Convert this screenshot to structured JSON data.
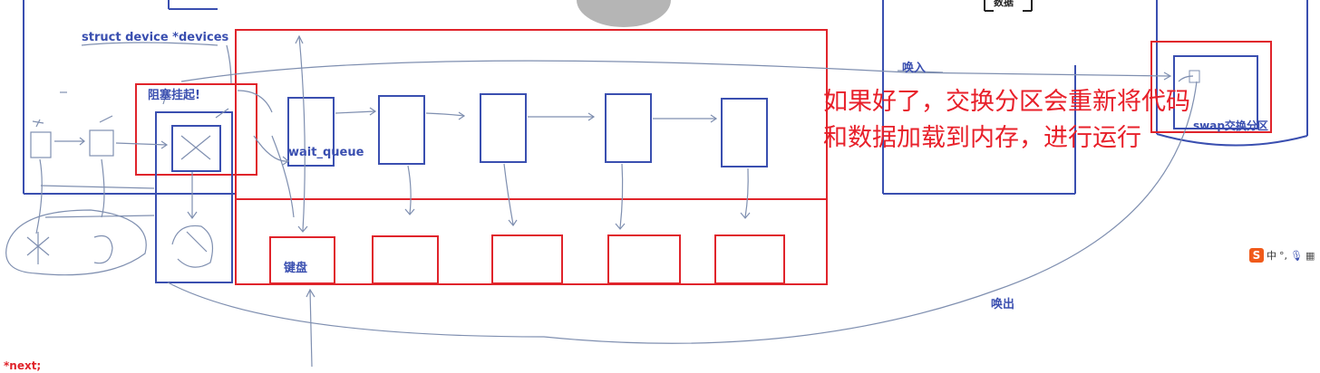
{
  "labels": {
    "struct_devices": "struct device *devices",
    "blocked": "阻塞挂起!",
    "wait_queue": "wait_queue",
    "keyboard": "键盘",
    "swap_in": "唤入",
    "swap_out": "唤出",
    "swap_area": "swap交换分区",
    "next": "*next;",
    "data_box": "数据"
  },
  "overlay_text": {
    "line1": "如果好了，交换分区会重新将代码",
    "line2": "和数据加载到内存，进行运行"
  },
  "ime": {
    "logo": "S",
    "mode": "中",
    "punct": "°,",
    "mic": "🎙",
    "grid": "▦"
  },
  "colors": {
    "blue": "#3a4fb0",
    "red": "#e0242b",
    "ink": "#7f8fb0"
  }
}
